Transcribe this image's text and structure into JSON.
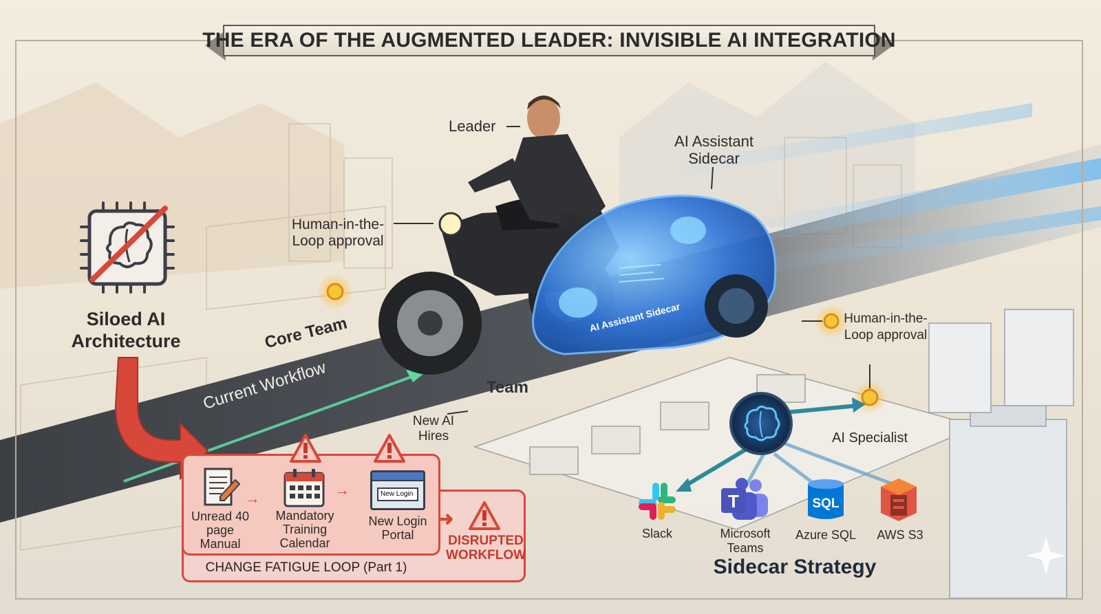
{
  "title": "THE ERA OF THE AUGMENTED LEADER: INVISIBLE AI INTEGRATION",
  "siloed": {
    "label": "Siloed AI Architecture",
    "icon": "crossed-out-brain-chip-icon"
  },
  "rider": {
    "leader_label": "Leader",
    "sidecar_label": "AI Assistant Sidecar",
    "sidecar_body_text": "AI Assistant Sidecar",
    "hitl_label": "Human-in-the-Loop approval"
  },
  "road": {
    "core_team": "Core Team",
    "current_workflow": "Current Workflow",
    "team": "Team",
    "new_hires": "New AI Hires"
  },
  "fatigue_loop": {
    "title": "CHANGE FATIGUE LOOP (Part 1)",
    "steps": [
      {
        "label": "Unread 40 page Manual",
        "icon": "document-pen-icon"
      },
      {
        "label": "Mandatory Training Calendar",
        "icon": "calendar-icon"
      },
      {
        "label": "New Login Portal",
        "icon": "login-window-icon",
        "window_text": "New Login"
      }
    ],
    "outcome": "DISRUPTED WORKFLOW",
    "warning_icon": "warning-triangle-icon"
  },
  "sidecar_strategy": {
    "title": "Sidecar Strategy",
    "hub_icon": "ai-brain-hub-icon",
    "ai_specialist": "AI Specialist",
    "hitl_label": "Human-in-the-Loop approval",
    "integrations": [
      {
        "label": "Slack",
        "icon": "slack-logo-icon"
      },
      {
        "label": "Microsoft Teams",
        "icon": "teams-logo-icon",
        "logo_text": "T"
      },
      {
        "label": "Azure SQL",
        "icon": "azure-sql-logo-icon",
        "logo_text": "SQL"
      },
      {
        "label": "AWS S3",
        "icon": "aws-s3-logo-icon"
      }
    ]
  },
  "colors": {
    "warning_red": "#d7483a",
    "sidecar_blue": "#2f6fd6",
    "node_orange": "#f0a020",
    "road_green": "#5fd8a0"
  }
}
